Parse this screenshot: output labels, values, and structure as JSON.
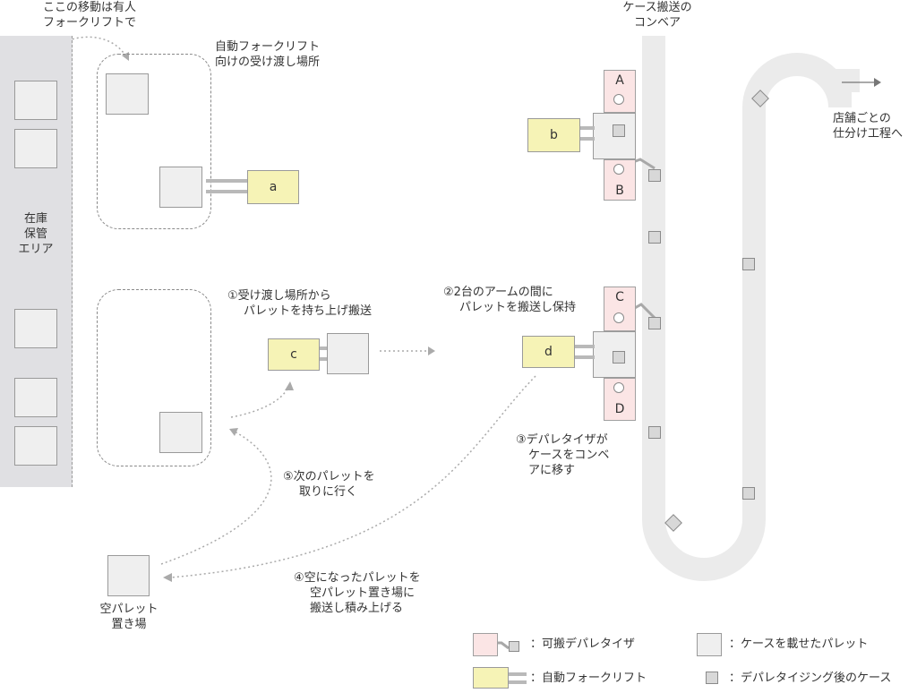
{
  "labels": {
    "manned_note": [
      "ここの移動は有人",
      "フォークリフトで"
    ],
    "handover_area": [
      "自動フォークリフト",
      "向けの受け渡し場所"
    ],
    "storage_area": [
      "在庫",
      "保管",
      "エリア"
    ],
    "conveyor_title": [
      "ケース搬送の",
      "コンベア"
    ],
    "to_sorting": [
      "店舗ごとの",
      "仕分け工程へ"
    ],
    "step1": [
      "①受け渡し場所から",
      "パレットを持ち上げ搬送"
    ],
    "step2": [
      "②2台のアームの間に",
      "パレットを搬送し保持"
    ],
    "step3": [
      "③デパレタイザが",
      "ケースをコンベ",
      "アに移す"
    ],
    "step4": [
      "④空になったパレットを",
      "空パレット置き場に",
      "搬送し積み上げる"
    ],
    "step5": [
      "⑤次のパレットを",
      "取りに行く"
    ],
    "empty_pallet": [
      "空パレット",
      "置き場"
    ]
  },
  "forklifts": {
    "a": "a",
    "b": "b",
    "c": "c",
    "d": "d"
  },
  "depalletizers": {
    "A": "A",
    "B": "B",
    "C": "C",
    "D": "D"
  },
  "legend": {
    "depalletizer": "：可搬デパレタイザ",
    "loaded_pallet": "：ケースを載せたパレット",
    "auto_forklift": "：自動フォークリフト",
    "case_after": "：デパレタイジング後のケース"
  },
  "colors": {
    "forklift": "#f6f3b6",
    "depalletizer": "#fbe5e5",
    "pallet": "#efefef",
    "conveyor": "#ebebeb",
    "storage": "#e0e0e3"
  }
}
